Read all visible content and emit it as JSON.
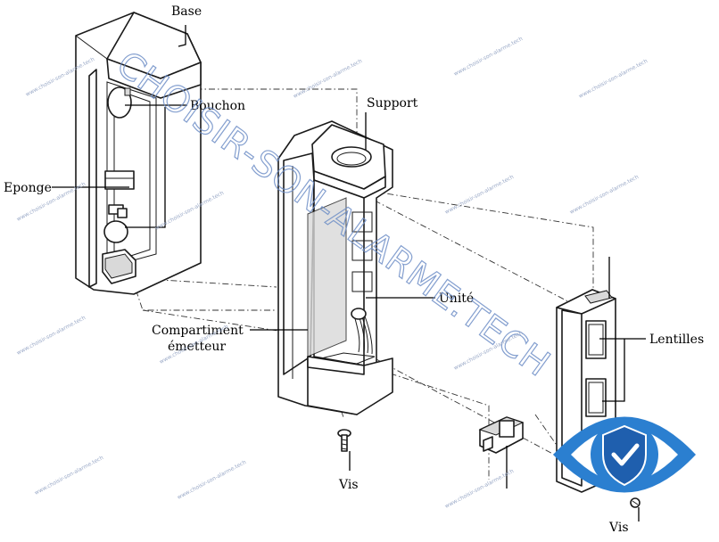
{
  "labels": {
    "base": "Base",
    "bouchon": "Bouchon",
    "support": "Support",
    "eponge": "Eponge",
    "unite": "Unité",
    "compartiment_line1": "Compartiment",
    "compartiment_line2": "émetteur",
    "lentilles": "Lentilles",
    "vis_left": "Vis",
    "vis_right": "Vis"
  },
  "watermark": {
    "main": "CHOISIR-SON-ALARME.TECH",
    "small": "www.choisir-son-alarme.tech"
  },
  "colors": {
    "watermark": "#6f8fc7",
    "badge_eye": "#2b7fd0",
    "badge_shield": "#1f5fae",
    "badge_check": "#ffffff"
  }
}
